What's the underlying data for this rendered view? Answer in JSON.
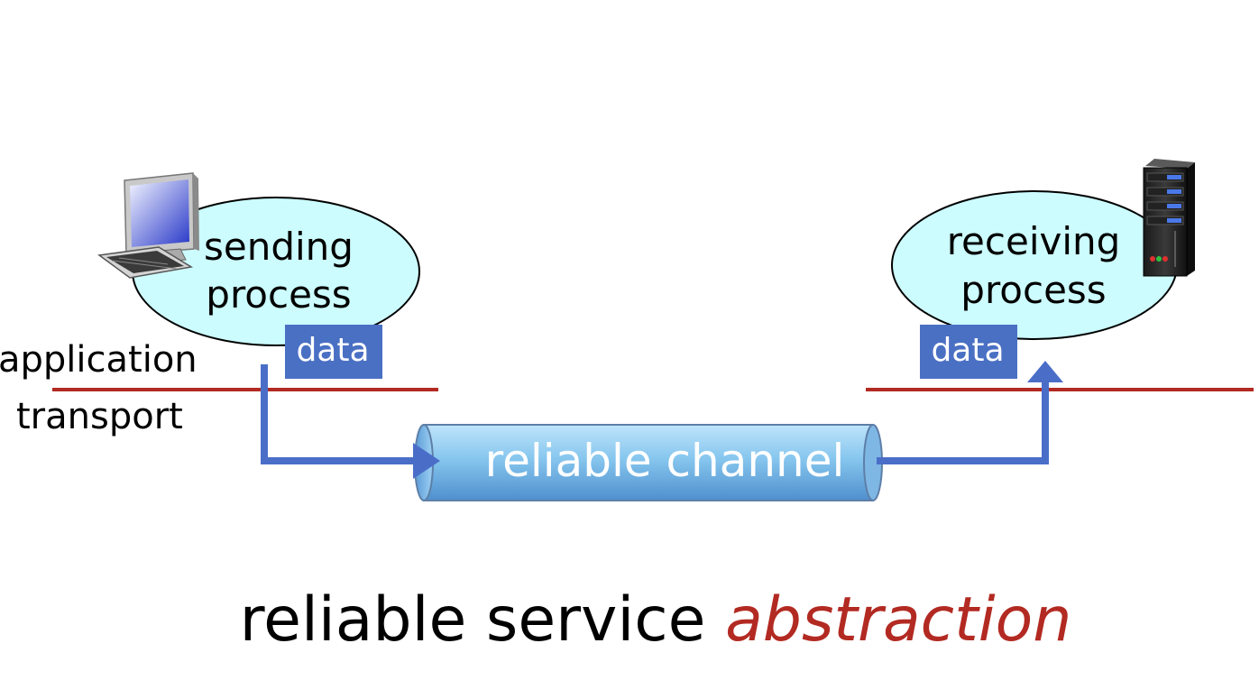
{
  "sender": {
    "process_line1": "sending",
    "process_line2": "process",
    "data_label": "data"
  },
  "receiver": {
    "process_line1": "receiving",
    "process_line2": "process",
    "data_label": "data"
  },
  "layers": {
    "upper": "application",
    "lower": "transport"
  },
  "channel": {
    "label": "reliable channel"
  },
  "caption": {
    "text": "reliable service ",
    "emphasis": "abstraction"
  },
  "colors": {
    "ellipse_fill": "#ccfcfe",
    "data_box": "#4a70c4",
    "arrow": "#4a6ec8",
    "layer_line": "#b22a22",
    "channel_fill": "#8cc8ec",
    "emphasis_text": "#b22a22"
  },
  "icons": {
    "sender_host": "desktop-computer-icon",
    "receiver_host": "server-tower-icon"
  }
}
